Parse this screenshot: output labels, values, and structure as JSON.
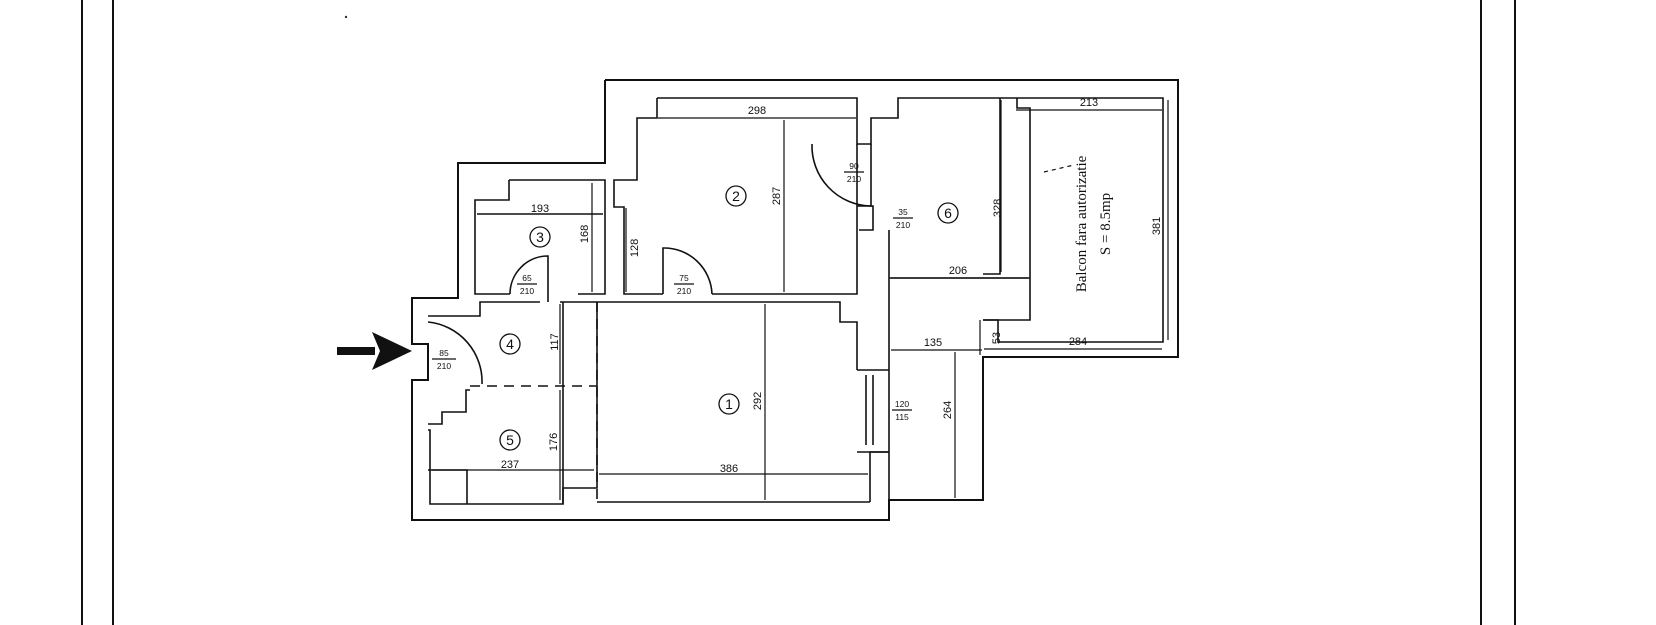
{
  "rooms": [
    {
      "id": "1"
    },
    {
      "id": "2"
    },
    {
      "id": "3"
    },
    {
      "id": "4"
    },
    {
      "id": "5"
    },
    {
      "id": "6"
    }
  ],
  "dimensions": {
    "d298": "298",
    "d213": "213",
    "d193": "193",
    "d168": "168",
    "d128": "128",
    "d287": "287",
    "d328": "328",
    "d381": "381",
    "d206": "206",
    "d117": "117",
    "d292": "292",
    "d135": "135",
    "d53": "53",
    "d284": "284",
    "d264": "264",
    "d176": "176",
    "d237": "237",
    "d386": "386"
  },
  "doors": {
    "entry": {
      "w": "85",
      "h": "210"
    },
    "room4_3": {
      "w": "65",
      "h": "210"
    },
    "room2": {
      "w": "75",
      "h": "210"
    },
    "room6": {
      "w": "90",
      "h": "210"
    },
    "room6_side": {
      "w": "35",
      "h": "210"
    },
    "window1": {
      "w": "120",
      "h": "115"
    }
  },
  "balcony": {
    "label": "Balcon fara autorizatie",
    "area": "S = 8.5mp"
  }
}
